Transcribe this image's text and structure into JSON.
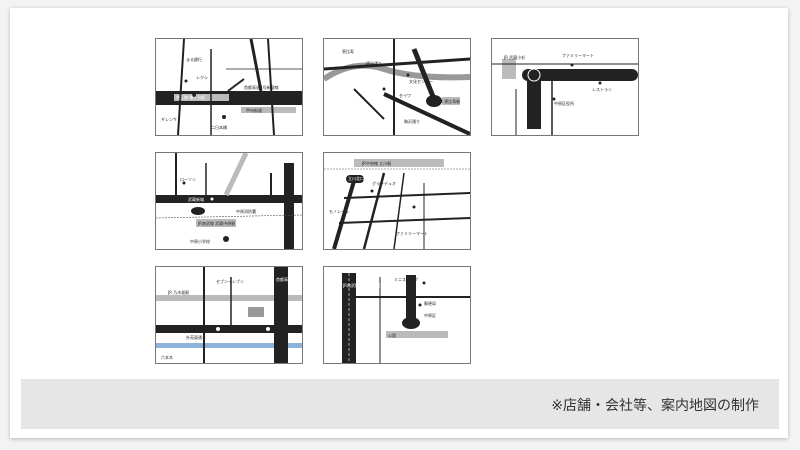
{
  "caption": "※店舗・会社等、案内地図の制作",
  "maps": [
    {
      "name": "map-1",
      "labels": [
        "まる銀行",
        "レクシ",
        "ギレンサ",
        "京王線 幡ヶ谷駅",
        "首都高速4号新宿線",
        "甲州街道",
        "二日本橋",
        "ゲルト"
      ]
    },
    {
      "name": "map-2",
      "labels": [
        "恵比寿",
        "明治通り",
        "文化センター",
        "JR 恵比寿駅",
        "駒沢通り",
        "セイワ"
      ]
    },
    {
      "name": "map-3",
      "labels": [
        "JR 武蔵小杉",
        "ファミリーマート",
        "中原区役所",
        "レストラン"
      ]
    },
    {
      "name": "map-4",
      "labels": [
        "ローソン",
        "武蔵新城",
        "中原消防署",
        "JR南武線 武蔵中原駅",
        "中原小学校"
      ]
    },
    {
      "name": "map-5",
      "labels": [
        "JR中央線 立川駅",
        "グランデュオ",
        "立川北口",
        "モノレール",
        "ファミリーマート"
      ]
    },
    {
      "name": "map-6",
      "labels": [
        "JR 乃木坂駅",
        "首都高速",
        "セブンイレブン",
        "外苑東通り",
        "六本木"
      ]
    },
    {
      "name": "map-7",
      "labels": [
        "JR南武線 武蔵中原駅",
        "ミニストップ",
        "郵便局",
        "公園",
        "中原区"
      ]
    }
  ]
}
